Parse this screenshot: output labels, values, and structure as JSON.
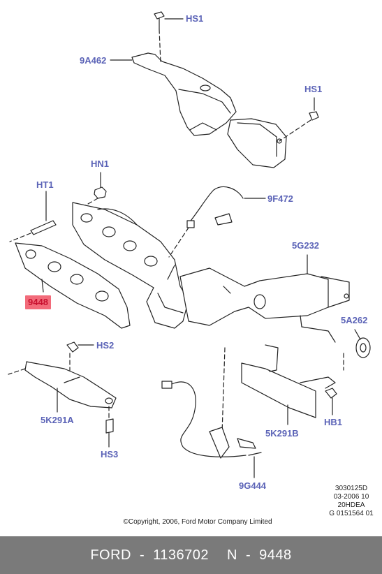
{
  "callouts": {
    "hs1_top": "HS1",
    "c9a462": "9A462",
    "hs1_right": "HS1",
    "hn1": "HN1",
    "ht1": "HT1",
    "c9f472": "9F472",
    "c5g232": "5G232",
    "c9448": "9448",
    "c5a262": "5A262",
    "hs2": "HS2",
    "c5k291a": "5K291A",
    "c5k291b": "5K291B",
    "hb1": "HB1",
    "hs3": "HS3",
    "c9g444": "9G444"
  },
  "meta": {
    "line1": "3030125D",
    "line2": "03-2006 10",
    "line3": "20HDEA",
    "line4": "G 0151564 01",
    "copyright": "©Copyright, 2006, Ford Motor Company Limited"
  },
  "footer": {
    "brand": "FORD",
    "sep1": "-",
    "part_number": "1136702",
    "n_label": "N",
    "sep2": "-",
    "n_value": "9448"
  },
  "colors": {
    "callout_text": "#5b63b7",
    "highlight_bg": "#f26b7a",
    "footer_bg": "#7a7a7a"
  }
}
